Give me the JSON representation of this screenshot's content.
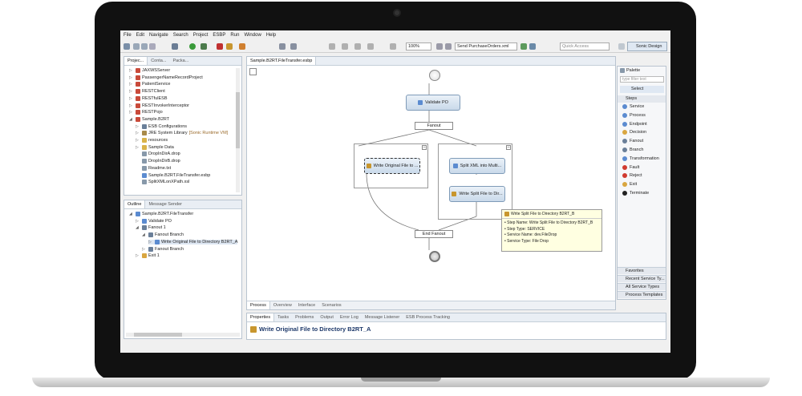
{
  "menu": [
    "File",
    "Edit",
    "Navigate",
    "Search",
    "Project",
    "ESBP",
    "Run",
    "Window",
    "Help"
  ],
  "toolbar": {
    "zoom": "100%",
    "send_label": "Send PurchaseOrders.xml",
    "quick_access": "Quick Access",
    "perspective": "Sonic Design"
  },
  "project_explorer": {
    "tabs": [
      "Projec...",
      "Conta...",
      "Packa..."
    ],
    "items": [
      {
        "label": "JAXWSServer",
        "indent": 0,
        "expanded": false,
        "icon": "project-icon"
      },
      {
        "label": "PassengerNameRecordProject",
        "indent": 0,
        "expanded": false,
        "icon": "project-icon"
      },
      {
        "label": "PatientService",
        "indent": 0,
        "expanded": false,
        "icon": "project-icon"
      },
      {
        "label": "RESTClient",
        "indent": 0,
        "expanded": false,
        "icon": "project-icon"
      },
      {
        "label": "RESTfulESB",
        "indent": 0,
        "expanded": false,
        "icon": "project-icon"
      },
      {
        "label": "RESTInvokerInterceptor",
        "indent": 0,
        "expanded": false,
        "icon": "project-icon"
      },
      {
        "label": "RESTPojo",
        "indent": 0,
        "expanded": false,
        "icon": "project-icon"
      },
      {
        "label": "Sample.B2RT",
        "indent": 0,
        "expanded": true,
        "icon": "project-icon"
      },
      {
        "label": "ESB Configurations",
        "indent": 1,
        "expanded": false,
        "icon": "config-icon"
      },
      {
        "label": "JRE System Library",
        "suffix": " [Sonic Runtime VM]",
        "indent": 1,
        "expanded": false,
        "icon": "library-icon"
      },
      {
        "label": "resources",
        "indent": 1,
        "expanded": false,
        "icon": "folder-icon"
      },
      {
        "label": "Sample Data",
        "indent": 1,
        "expanded": false,
        "icon": "folder-icon"
      },
      {
        "label": "DropInDirA.drop",
        "indent": 1,
        "expanded": null,
        "icon": "file-icon"
      },
      {
        "label": "DropInDirB.drop",
        "indent": 1,
        "expanded": null,
        "icon": "file-icon"
      },
      {
        "label": "Readme.txt",
        "indent": 1,
        "expanded": null,
        "icon": "file-icon"
      },
      {
        "label": "Sample.B2RT.FileTransfer.esbp",
        "indent": 1,
        "expanded": null,
        "icon": "process-icon"
      },
      {
        "label": "SplitXMLonXPath.xsl",
        "indent": 1,
        "expanded": null,
        "icon": "file-icon"
      }
    ]
  },
  "outline": {
    "tabs": [
      "Outline",
      "Message Sender"
    ],
    "items": [
      {
        "label": "Sample.B2RT.FileTransfer",
        "indent": 0,
        "expanded": true,
        "icon": "process-icon"
      },
      {
        "label": "Validate PO",
        "indent": 1,
        "expanded": false,
        "icon": "step-icon"
      },
      {
        "label": "Fanout 1",
        "indent": 1,
        "expanded": true,
        "icon": "fanout-icon"
      },
      {
        "label": "Fanout Branch",
        "indent": 2,
        "expanded": true,
        "icon": "branch-icon"
      },
      {
        "label": "Write Original File to Directory B2RT_A",
        "indent": 3,
        "expanded": false,
        "icon": "step-icon",
        "selected": true
      },
      {
        "label": "Fanout Branch",
        "indent": 2,
        "expanded": false,
        "icon": "branch-icon"
      },
      {
        "label": "Exit 1",
        "indent": 1,
        "expanded": false,
        "icon": "exit-icon"
      }
    ]
  },
  "editor": {
    "tab": "Sample.B2RT.FileTransfer.esbp",
    "nodes": {
      "validate": "Validate PO",
      "fanout": "Fanout",
      "write_a": "Write Original File to ...",
      "split": "Split XML into Multi...",
      "write_b": "Write Split File to Dir...",
      "end_fanout": "End Fanout"
    },
    "tooltip": {
      "title": "Write Split File to Directory B2RT_B",
      "lines": [
        "Step Name: Write Split File to Directory B2RT_B",
        "Step Type: SERVICE",
        "Service Name: dev.FileDrop",
        "Service Type: File Drop"
      ]
    },
    "bottom_tabs": [
      "Process",
      "Overview",
      "Interface",
      "Scenarios"
    ]
  },
  "palette": {
    "title": "Palette",
    "filter_placeholder": "type filter text",
    "select": "Select",
    "section": "Steps",
    "items": [
      {
        "label": "Service",
        "color": "#5b8bd0"
      },
      {
        "label": "Process",
        "color": "#5b8bd0"
      },
      {
        "label": "Endpoint",
        "color": "#5b8bd0"
      },
      {
        "label": "Decision",
        "color": "#d9a640"
      },
      {
        "label": "Fanout",
        "color": "#6a7f99"
      },
      {
        "label": "Branch",
        "color": "#6a7f99"
      },
      {
        "label": "Transformation",
        "color": "#5b8bd0"
      },
      {
        "label": "Fault",
        "color": "#d03a2f"
      },
      {
        "label": "Reject",
        "color": "#d03a2f"
      },
      {
        "label": "Exit",
        "color": "#d9a640"
      },
      {
        "label": "Terminate",
        "color": "#222222"
      }
    ],
    "drawers": [
      "Favorites",
      "Recent Service Ty...",
      "All Service Types",
      "Process Templates"
    ]
  },
  "properties": {
    "tabs": [
      "Properties",
      "Tasks",
      "Problems",
      "Output",
      "Error Log",
      "Message Listener",
      "ESB Process Tracking"
    ],
    "title": "Write Original File to Directory B2RT_A"
  }
}
